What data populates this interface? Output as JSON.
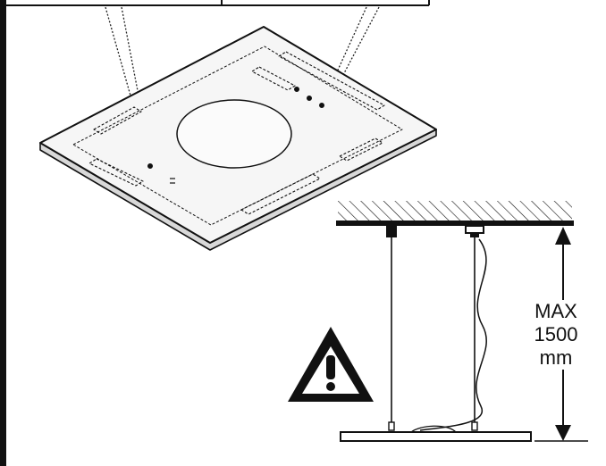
{
  "colors": {
    "ink": "#111111",
    "paper": "#ffffff"
  },
  "icons": [
    "warning-triangle-icon"
  ],
  "dimension": {
    "line1": "MAX",
    "line2": "1500",
    "line3": "mm"
  }
}
